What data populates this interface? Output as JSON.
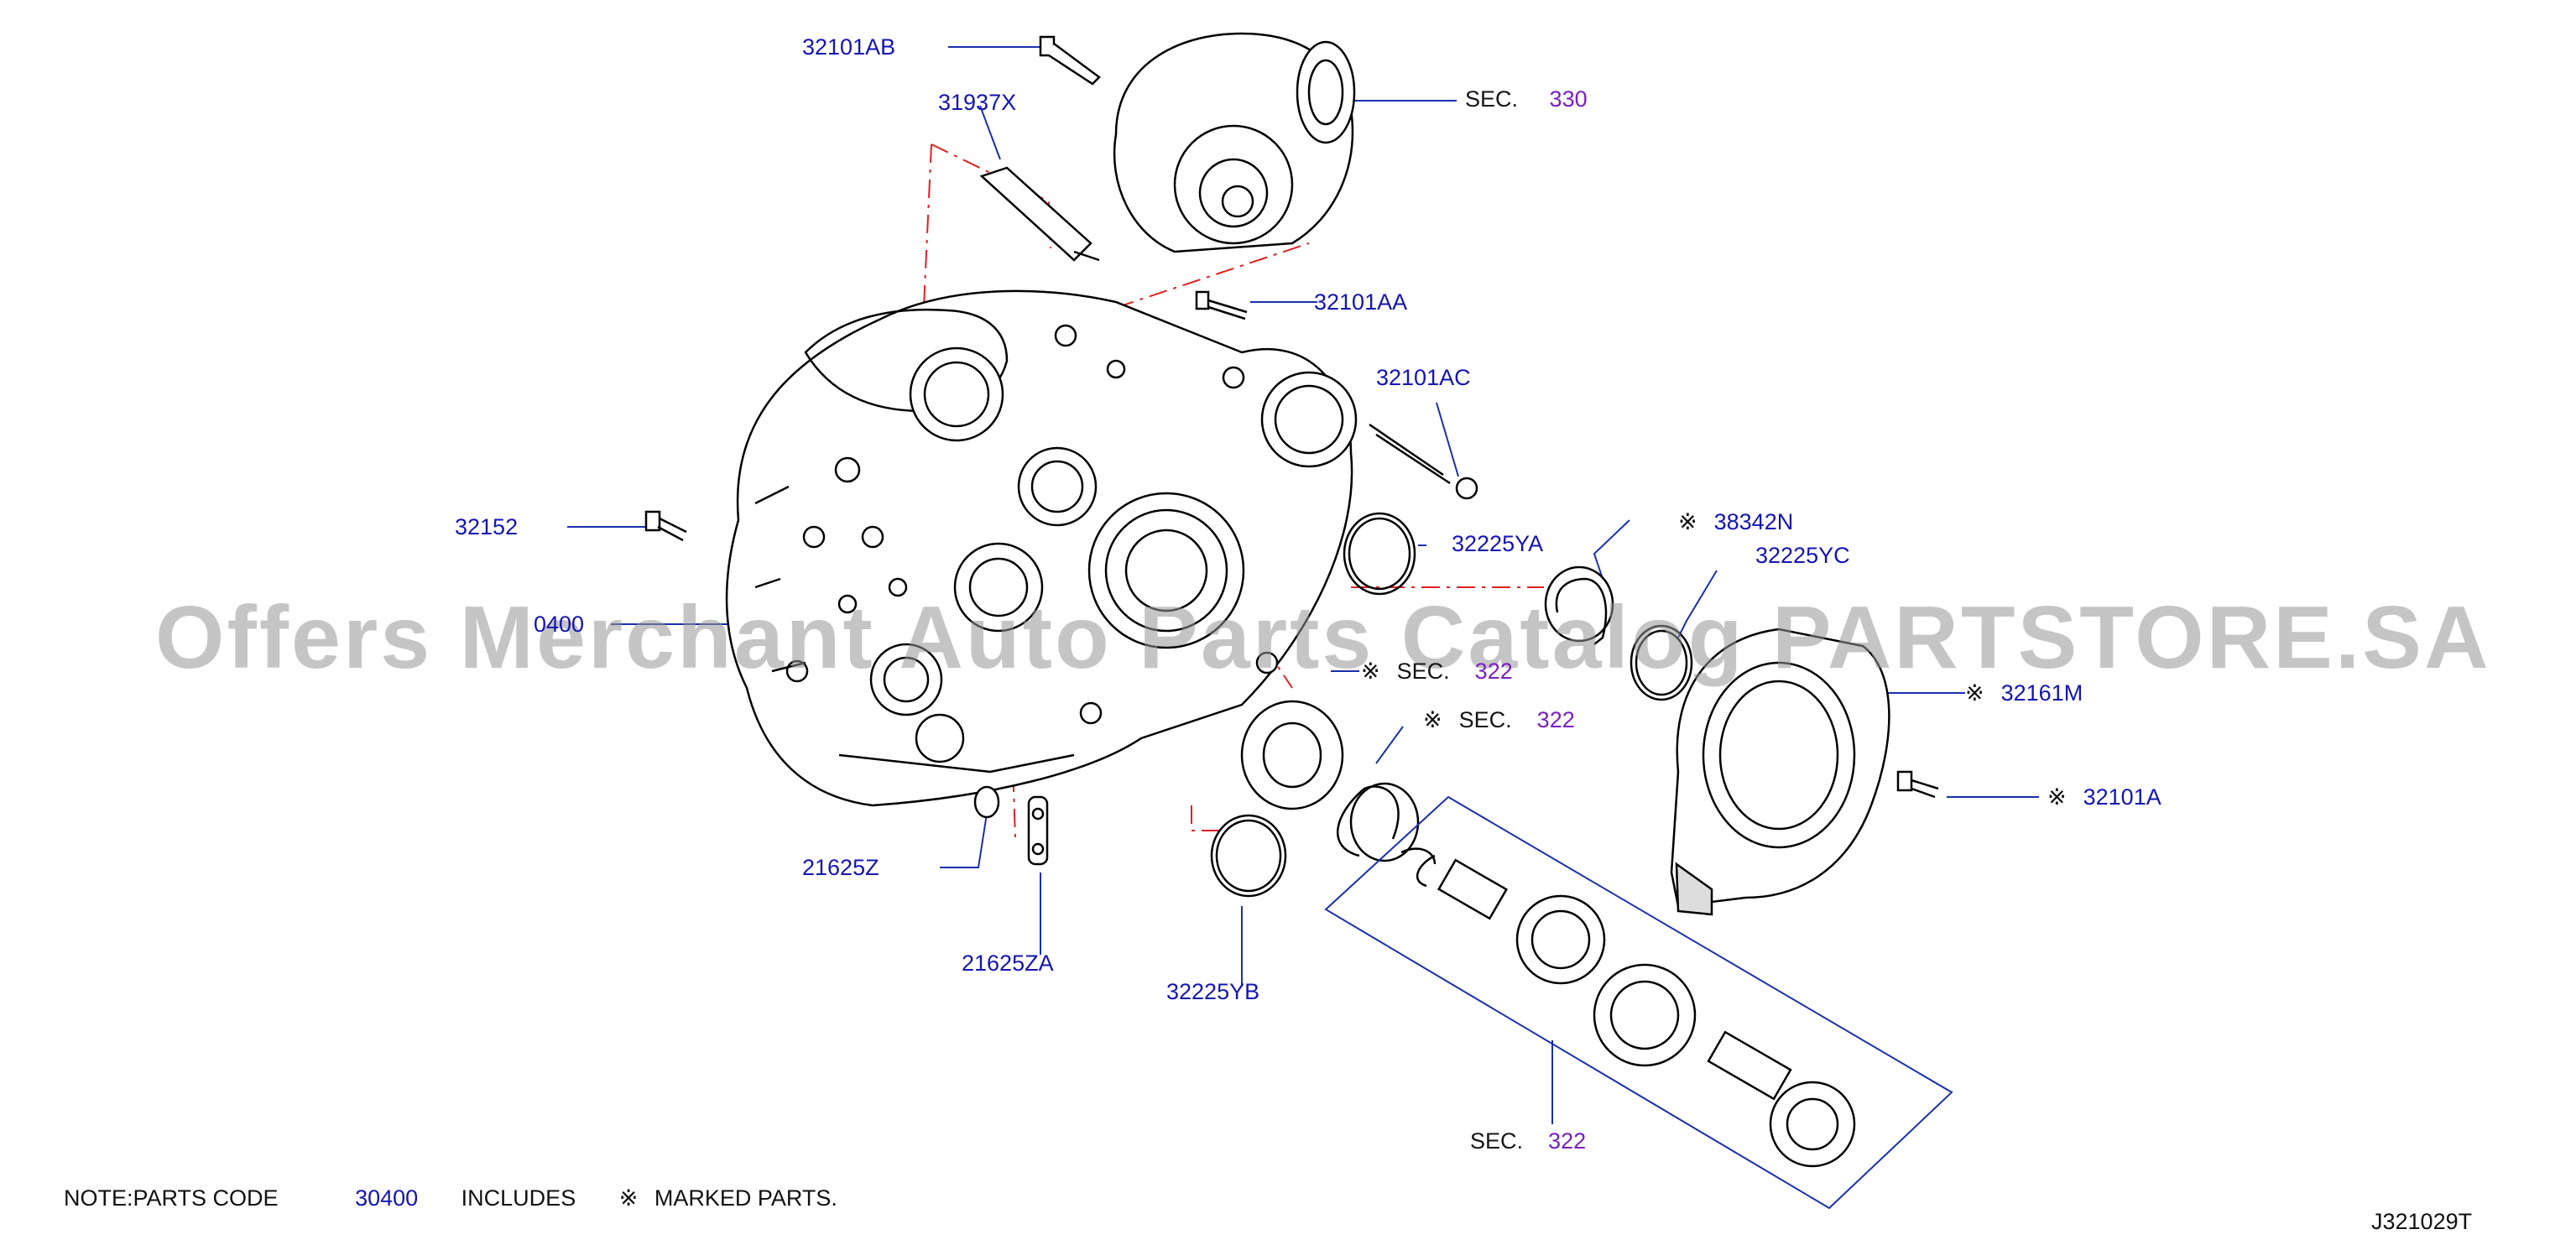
{
  "parts": {
    "p32101AB": "32101AB",
    "p31937X": "31937X",
    "p32101AA": "32101AA",
    "p32101AC": "32101AC",
    "p32152": "32152",
    "p30400": "0400",
    "p32225YA": "32225YA",
    "p38342N": "38342N",
    "p32225YC": "32225YC",
    "p32161M": "32161M",
    "p32101A": "32101A",
    "p21625Z": "21625Z",
    "p21625ZA": "21625ZA",
    "p32225YB": "32225YB"
  },
  "sections": {
    "prefix": "SEC.",
    "s330": "330",
    "s322a": "322",
    "s322b": "322",
    "s322c": "322"
  },
  "mark_symbol": "※",
  "note": {
    "prefix": "NOTE:PARTS   CODE",
    "code": "30400",
    "includes": "INCLUDES",
    "mark": "※",
    "suffix": "MARKED   PARTS."
  },
  "diagram_code": "J321029T",
  "watermark": "Offers Merchant Auto Parts Catalog PARTSTORE.SA",
  "colors": {
    "part_label": "#1414b4",
    "section_number": "#7a1fc2",
    "leader_line": "#1a2fae",
    "phantom_line": "#e02020",
    "drawing": "#000000"
  }
}
